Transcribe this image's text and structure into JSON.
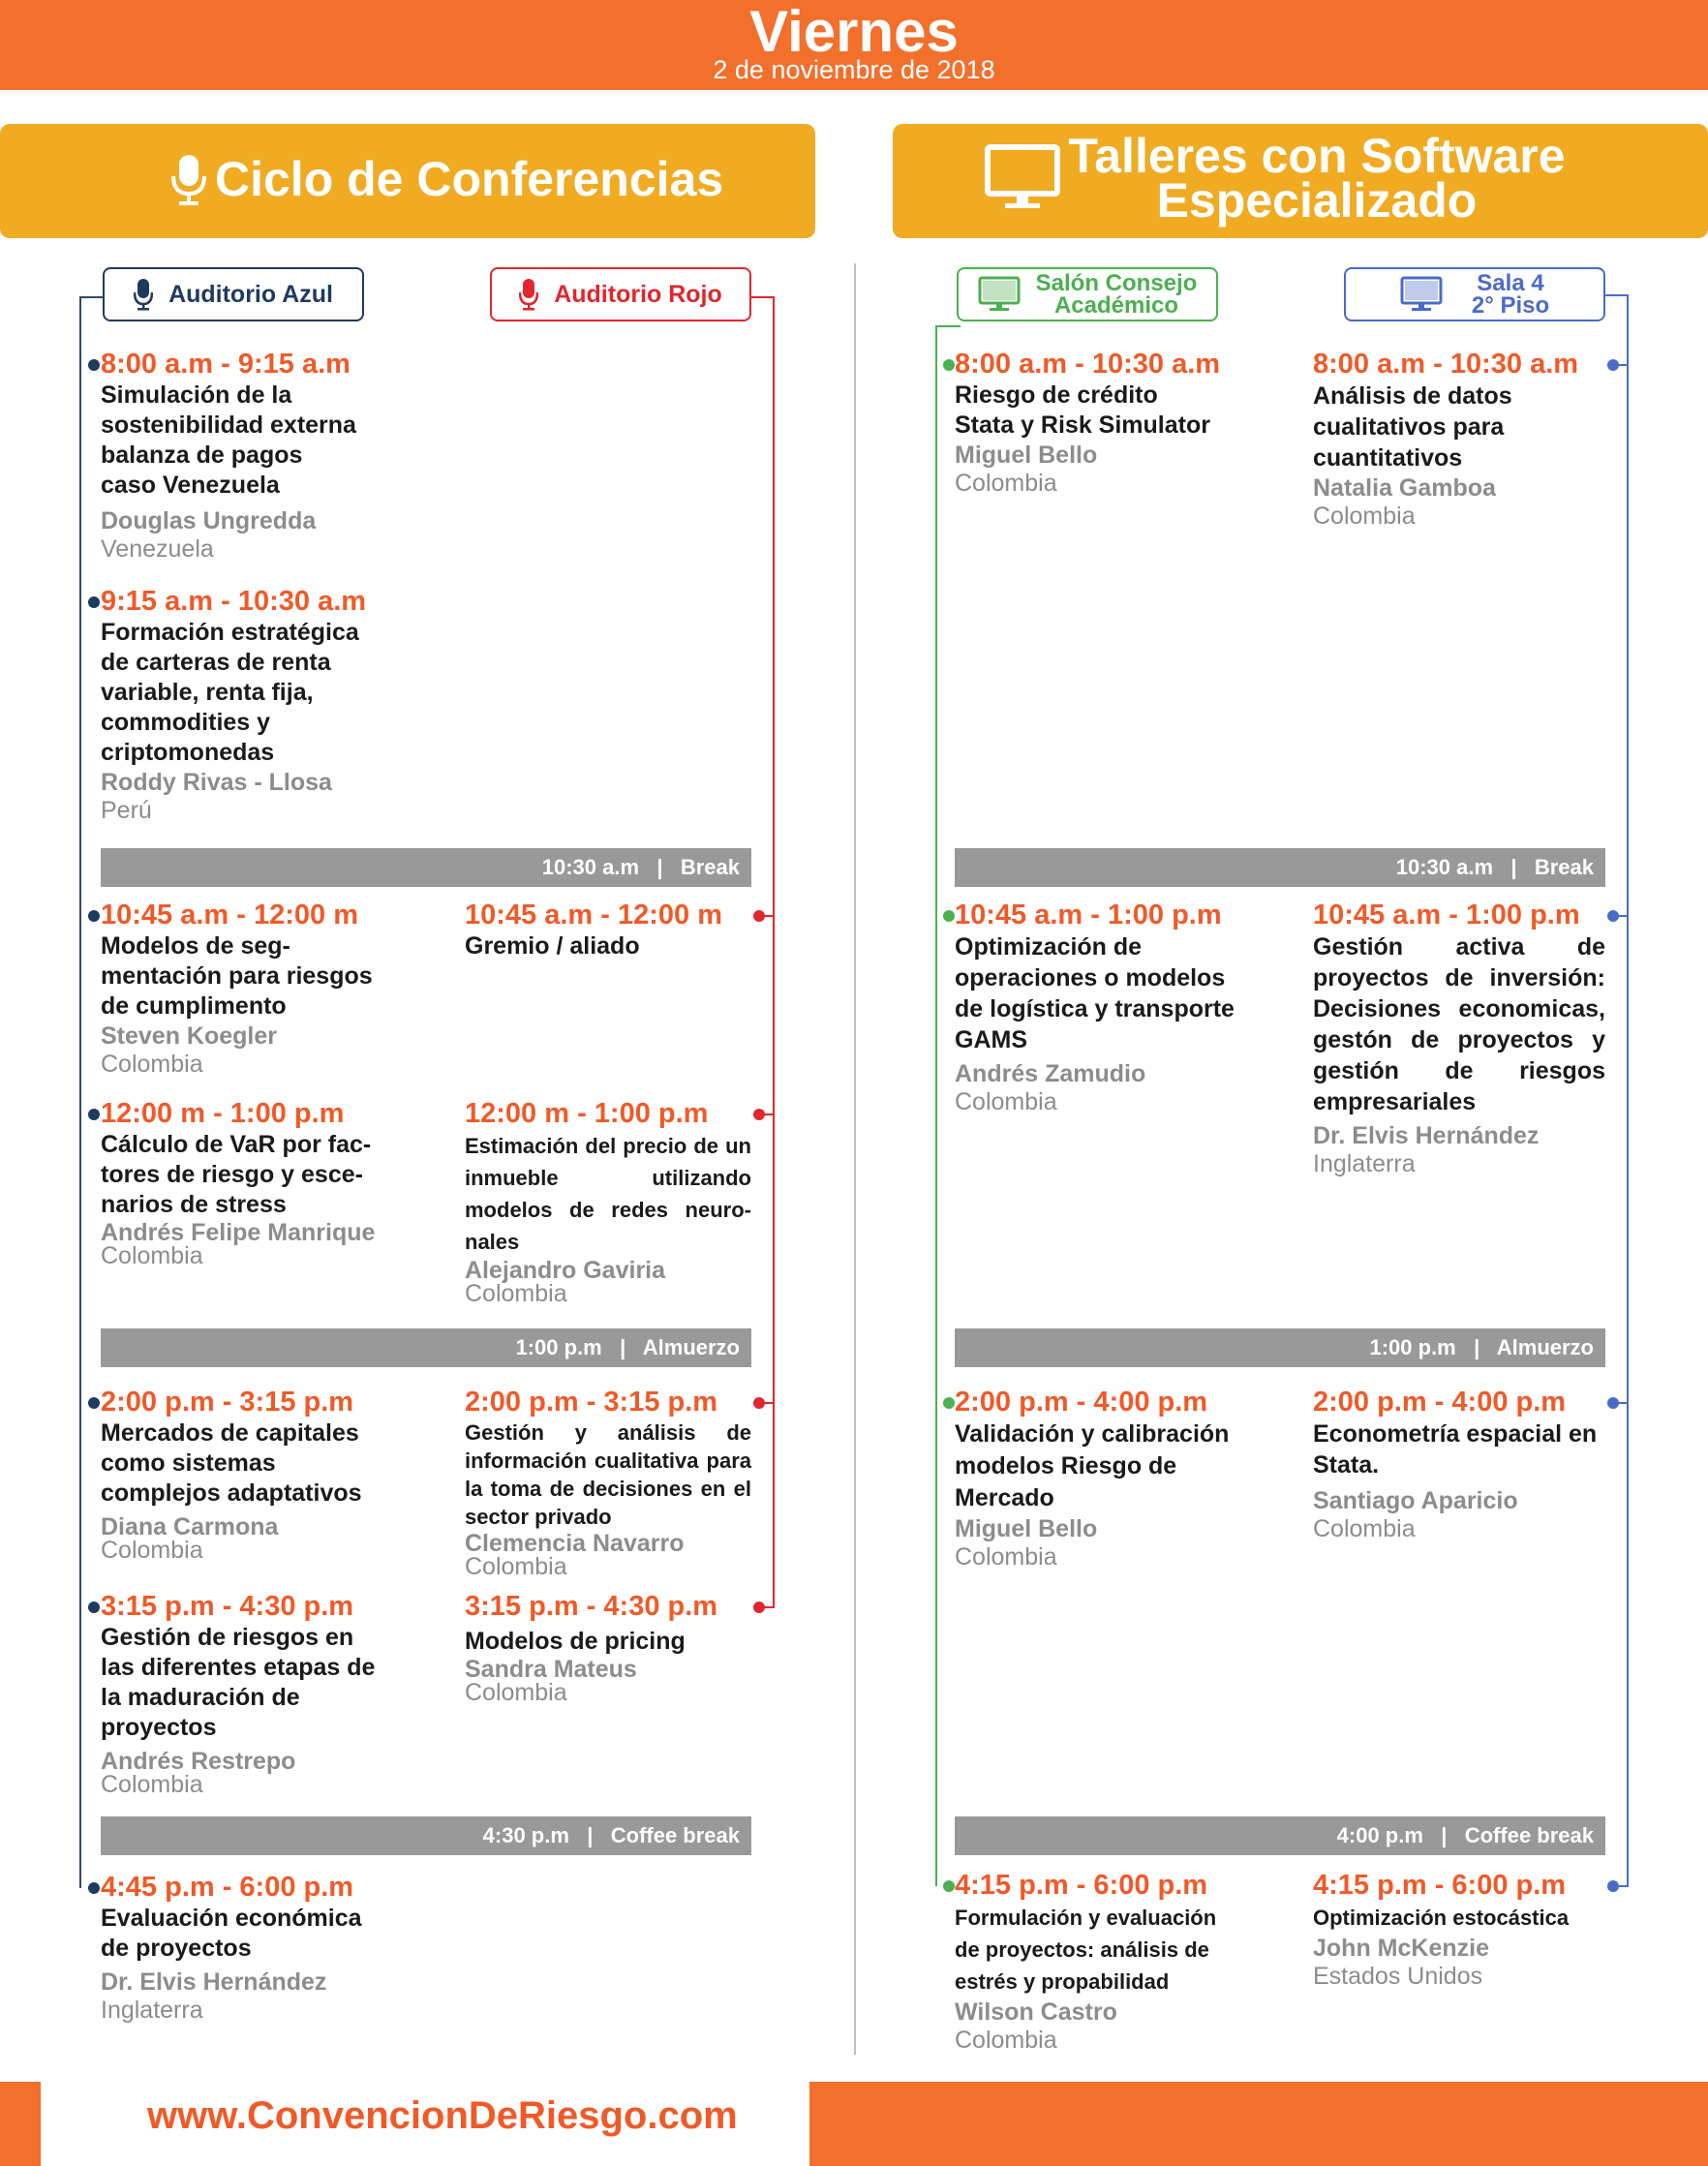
{
  "header": {
    "day": "Viernes",
    "date": "2 de noviembre de 2018"
  },
  "sections": {
    "left_title": "Ciclo de Conferencias",
    "right_title": "Talleres con Software Especializado"
  },
  "rooms": {
    "azul": "Auditorio Azul",
    "rojo": "Auditorio Rojo",
    "consejo_line1": "Salón Consejo",
    "consejo_line2": "Académico",
    "sala4_line1": "Sala 4",
    "sala4_line2": "2° Piso"
  },
  "colors": {
    "orange": "#f26f2c",
    "gold": "#f0ab22",
    "azul": "#1f3a5f",
    "rojo": "#e1262d",
    "green": "#4caf50",
    "blue": "#4a6bc8"
  },
  "breaks": {
    "left_1": "10:30 a.m   |   Break",
    "left_2": "1:00 p.m   |   Almuerzo",
    "left_3": "4:30 p.m   |   Coffee break",
    "right_1": "10:30 a.m   |   Break",
    "right_2": "1:00 p.m   |   Almuerzo",
    "right_3": "4:00 p.m   |   Coffee break"
  },
  "azul": [
    {
      "time": "8:00 a.m - 9:15 a.m",
      "title": [
        "Simulación de la",
        "sostenibilidad externa",
        "balanza de pagos",
        "caso Venezuela"
      ],
      "speaker": "Douglas Ungredda",
      "country": "Venezuela"
    },
    {
      "time": "9:15 a.m - 10:30 a.m",
      "title": [
        "Formación estratégica",
        "de carteras de renta",
        "variable, renta fija,",
        "commodities y",
        "criptomonedas"
      ],
      "speaker": "Roddy Rivas - Llosa",
      "country": "Perú"
    },
    {
      "time": "10:45 a.m - 12:00 m",
      "title": [
        "Modelos de seg-",
        "mentación para riesgos",
        "de cumplimento"
      ],
      "speaker": "Steven Koegler",
      "country": "Colombia"
    },
    {
      "time": "12:00 m - 1:00 p.m",
      "title": [
        "Cálculo de VaR por fac-",
        "tores de riesgo y esce-",
        "narios de stress"
      ],
      "speaker": "Andrés Felipe Manrique",
      "country": "Colombia"
    },
    {
      "time": "2:00 p.m - 3:15 p.m",
      "title": [
        "Mercados de capitales",
        "como sistemas",
        "complejos adaptativos"
      ],
      "speaker": "Diana Carmona",
      "country": "Colombia"
    },
    {
      "time": "3:15 p.m - 4:30 p.m",
      "title": [
        "Gestión de riesgos en",
        "las diferentes etapas de",
        "la maduración de",
        "proyectos"
      ],
      "speaker": "Andrés Restrepo",
      "country": "Colombia"
    },
    {
      "time": "4:45 p.m - 6:00 p.m",
      "title": [
        "Evaluación económica",
        "de proyectos"
      ],
      "speaker": "Dr. Elvis Hernández",
      "country": "Inglaterra"
    }
  ],
  "rojo": [
    {
      "time": "10:45 a.m - 12:00 m",
      "title": [
        "Gremio / aliado"
      ]
    },
    {
      "time": "12:00 m - 1:00 p.m",
      "title": [
        "Estimación del precio de un inmueble utilizando modelos de redes neuro-nales"
      ],
      "speaker": "Alejandro Gaviria",
      "country": "Colombia"
    },
    {
      "time": "2:00 p.m - 3:15 p.m",
      "title": [
        "Gestión y análisis de información cualitativa para la toma de decisiones en el sector privado"
      ],
      "speaker": "Clemencia  Navarro",
      "country": "Colombia"
    },
    {
      "time": "3:15 p.m - 4:30 p.m",
      "title": [
        "Modelos de pricing"
      ],
      "speaker": "Sandra Mateus",
      "country": "Colombia"
    }
  ],
  "consejo": [
    {
      "time": "8:00 a.m - 10:30 a.m",
      "title": [
        "Riesgo de crédito",
        "Stata y Risk Simulator"
      ],
      "speaker": "Miguel Bello",
      "country": "Colombia"
    },
    {
      "time": "10:45 a.m - 1:00 p.m",
      "title": [
        "Optimización de",
        "operaciones o modelos",
        "de logística y transporte",
        "GAMS"
      ],
      "speaker": "Andrés Zamudio",
      "country": "Colombia"
    },
    {
      "time": "2:00 p.m - 4:00 p.m",
      "title": [
        "Validación y calibración",
        "modelos Riesgo de",
        "Mercado"
      ],
      "speaker": "Miguel Bello",
      "country": "Colombia"
    },
    {
      "time": "4:15 p.m - 6:00 p.m",
      "title": [
        "Formulación y evaluación",
        "de proyectos: análisis de",
        "estrés y propabilidad"
      ],
      "speaker": "Wilson Castro",
      "country": "Colombia"
    }
  ],
  "sala4": [
    {
      "time": "8:00 a.m - 10:30 a.m",
      "title": [
        "Análisis de datos",
        "cualitativos  para",
        "cuantitativos"
      ],
      "speaker": "Natalia Gamboa",
      "country": "Colombia"
    },
    {
      "time": "10:45 a.m - 1:00 p.m",
      "title": [
        "Gestión activa de proyectos de inversión: Decisiones economicas, gestón de proyectos y gestión de riesgos empresariales"
      ],
      "speaker": "Dr. Elvis Hernández",
      "country": "Inglaterra"
    },
    {
      "time": "2:00 p.m - 4:00 p.m",
      "title": [
        "Econometría espacial en",
        "Stata."
      ],
      "speaker": "Santiago Aparicio",
      "country": "Colombia"
    },
    {
      "time": "4:15 p.m - 6:00 p.m",
      "title": [
        "Optimización estocástica"
      ],
      "speaker": "John McKenzie",
      "country": "Estados Unidos"
    }
  ],
  "footer": {
    "url": "www.ConvencionDeRiesgo.com"
  }
}
